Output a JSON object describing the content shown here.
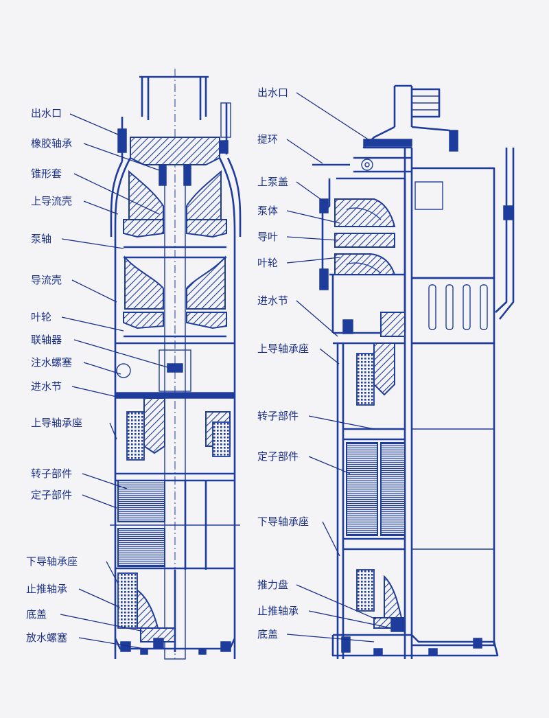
{
  "left_labels": [
    "出水口",
    "橡胶轴承",
    "锥形套",
    "上导流壳",
    "泵轴",
    "导流壳",
    "叶轮",
    "联轴器",
    "注水螺塞",
    "进水节",
    "上导轴承座",
    "转子部件",
    "定子部件",
    "下导轴承座",
    "止推轴承",
    "底盖",
    "放水螺塞"
  ],
  "right_labels": [
    "出水口",
    "提环",
    "上泵盖",
    "泵体",
    "导叶",
    "叶轮",
    "进水节",
    "上导轴承座",
    "转子部件",
    "定子部件",
    "下导轴承座",
    "推力盘",
    "止推轴承",
    "底盖"
  ],
  "colors": {
    "ink": "#1e3c9c",
    "label": "#1a2f8c",
    "paper": "#f4f4f6"
  }
}
